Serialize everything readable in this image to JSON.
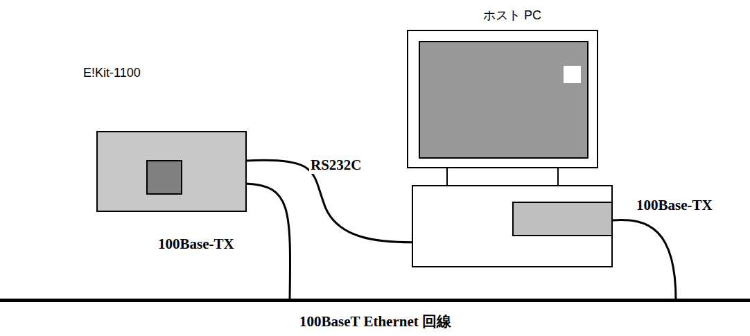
{
  "diagram": {
    "nodes": [
      {
        "text": [
          "E!Kit-1100"
        ]
      },
      {
        "text": [
          "ホスト PC"
        ]
      }
    ],
    "edges": [
      {
        "from": 0,
        "to": 1,
        "arrow": "none",
        "label": "RS232C"
      }
    ],
    "labels": [
      "100Base-TX",
      "100Base-TX",
      "100BaseT Ethernet 回線"
    ]
  }
}
